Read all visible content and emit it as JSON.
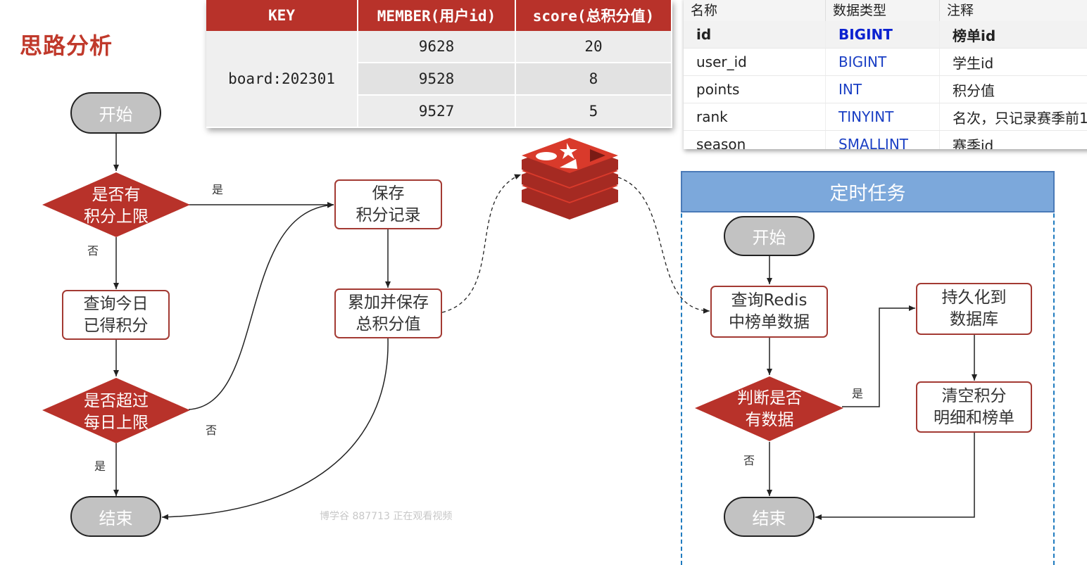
{
  "heading": "思路分析",
  "redis_table": {
    "headers": [
      "KEY",
      "MEMBER(用户id)",
      "score(总积分值)"
    ],
    "key": "board:202301",
    "rows": [
      {
        "member": "9628",
        "score": "20"
      },
      {
        "member": "9528",
        "score": "8"
      },
      {
        "member": "9527",
        "score": "5"
      }
    ]
  },
  "db_table": {
    "headers": [
      "名称",
      "数据类型",
      "注释"
    ],
    "rows": [
      {
        "name": "id",
        "type": "BIGINT",
        "comment": "榜单id"
      },
      {
        "name": "user_id",
        "type": "BIGINT",
        "comment": "学生id"
      },
      {
        "name": "points",
        "type": "INT",
        "comment": "积分值"
      },
      {
        "name": "rank",
        "type": "TINYINT",
        "comment": "名次，只记录赛季前1"
      },
      {
        "name": "season",
        "type": "SMALLINT",
        "comment": "赛季id"
      }
    ]
  },
  "left_flow": {
    "start": "开始",
    "decision1": "是否有\n积分上限",
    "yes1": "是",
    "no1": "否",
    "query_today": "查询今日\n已得积分",
    "decision2": "是否超过\n每日上限",
    "no2": "否",
    "yes2": "是",
    "end": "结束",
    "save_record": "保存\n积分记录",
    "accumulate": "累加并保存\n总积分值"
  },
  "right_flow": {
    "panel_title": "定时任务",
    "start": "开始",
    "query_redis": "查询Redis\n中榜单数据",
    "decision": "判断是否\n有数据",
    "yes": "是",
    "no": "否",
    "persist": "持久化到\n数据库",
    "clear": "清空积分\n明细和榜单",
    "end": "结束"
  },
  "watermark": "博学谷 887713 正在观看视频",
  "colors": {
    "accent": "#b8322a",
    "panel_header": "#7ca8db",
    "panel_border": "#1f7bbf",
    "terminal": "#c2c2c2"
  }
}
